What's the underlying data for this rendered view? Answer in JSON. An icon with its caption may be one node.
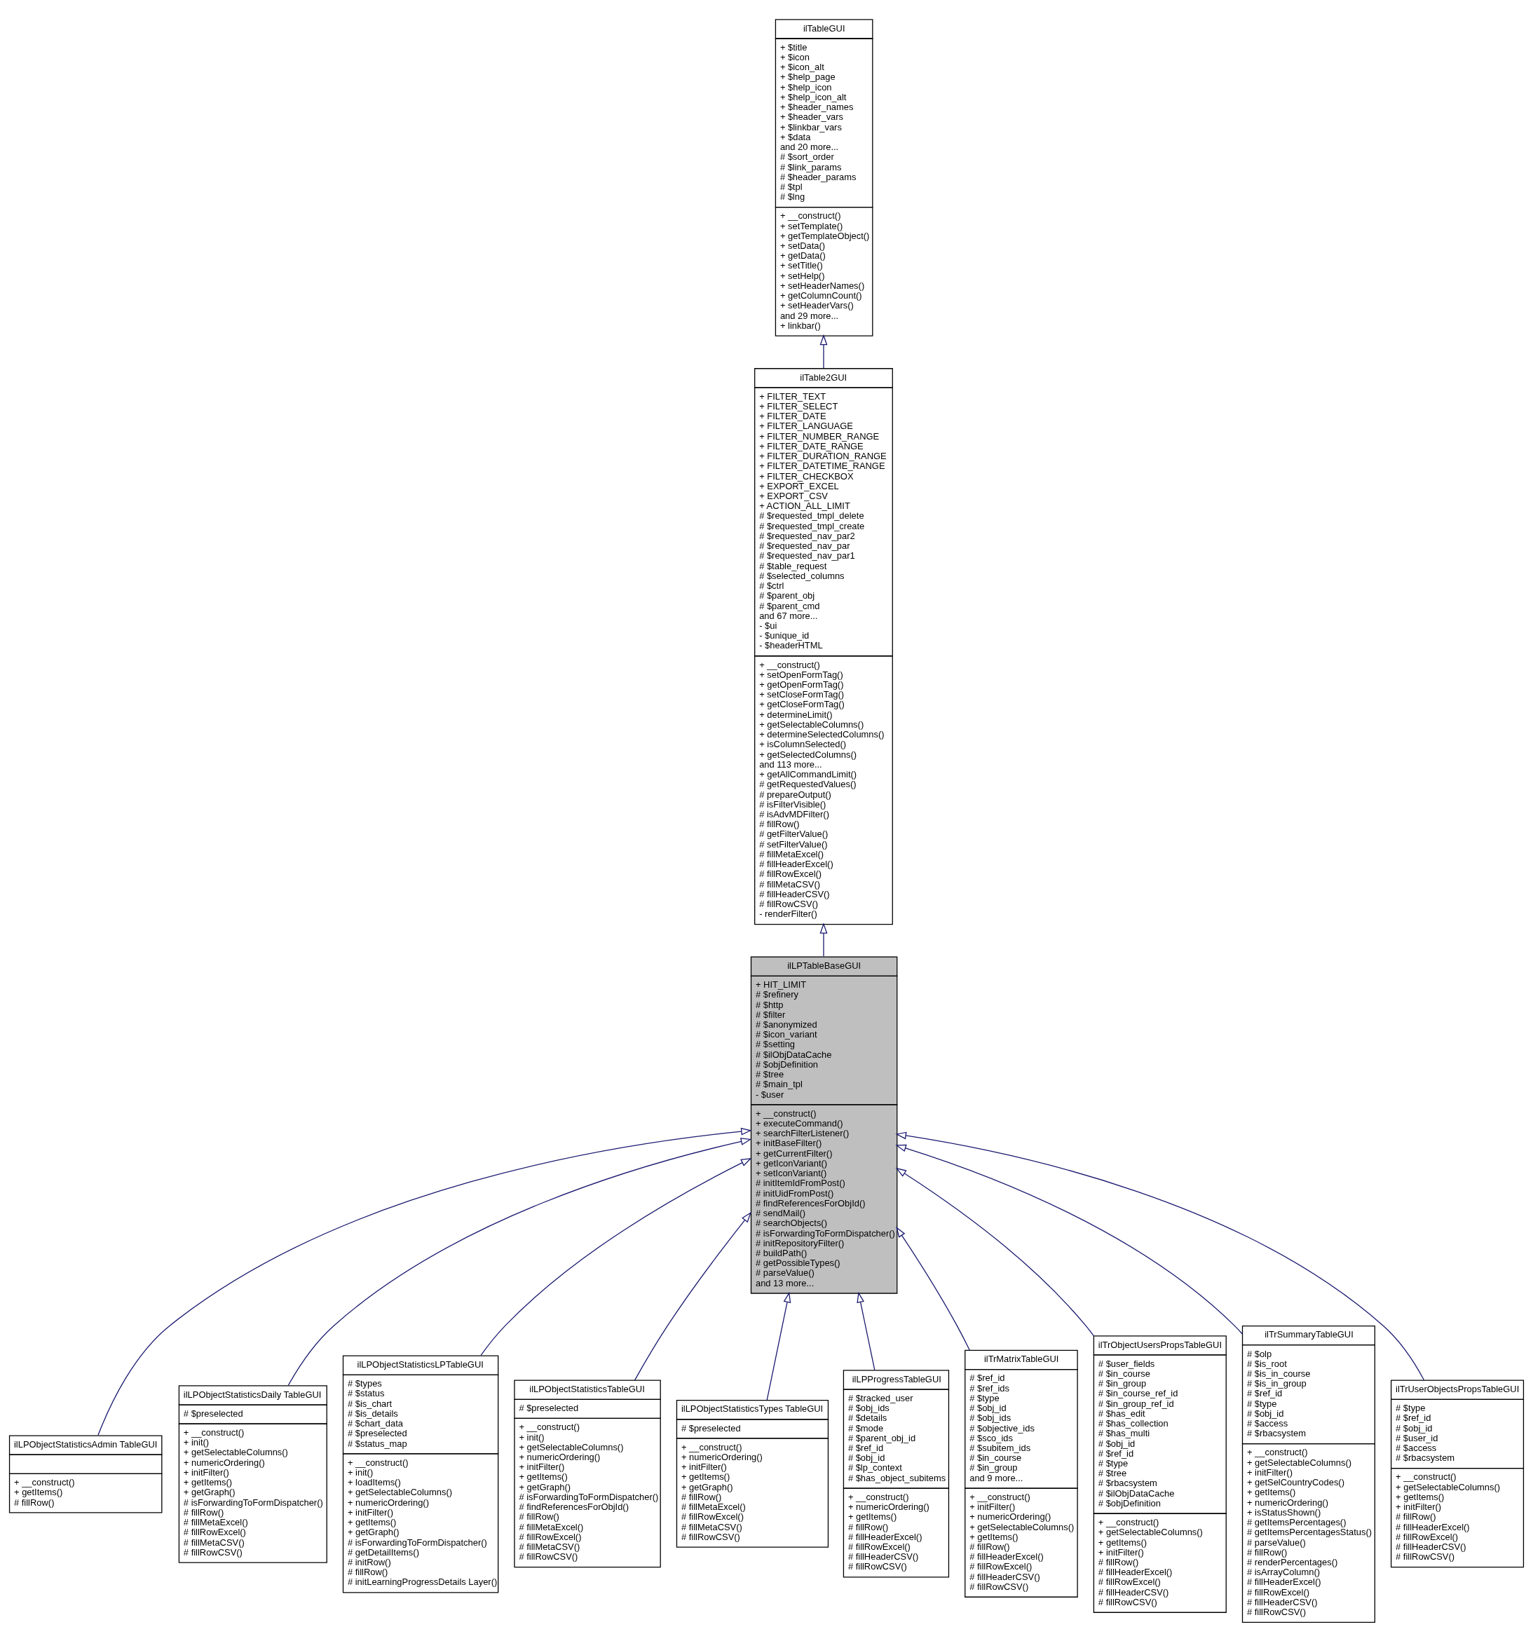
{
  "diagram": {
    "nodes": [
      {
        "text": [
          "ilTableGUI",
          "+ $title + $icon + $icon_alt + $help_page + $help_icon + $help_icon_alt + $header_names + $header_vars + $linkbar_vars + $data and 20 more... # $sort_order # $link_params # $header_params # $tpl # $lng",
          "+ __construct() + setTemplate() + getTemplateObject() + setData() + getData() + setTitle() + setHelp() + setHeaderNames() + getColumnCount() + setHeaderVars() and 29 more... + linkbar()"
        ]
      },
      {
        "text": [
          "ilTable2GUI",
          "+ FILTER_TEXT + FILTER_SELECT + FILTER_DATE + FILTER_LANGUAGE + FILTER_NUMBER_RANGE + FILTER_DATE_RANGE + FILTER_DURATION_RANGE + FILTER_DATETIME_RANGE + FILTER_CHECKBOX + EXPORT_EXCEL + EXPORT_CSV + ACTION_ALL_LIMIT # $requested_tmpl_delete # $requested_tmpl_create # $requested_nav_par2 # $requested_nav_par # $requested_nav_par1 # $table_request # $selected_columns # $ctrl # $parent_obj # $parent_cmd and 67 more... - $ui - $unique_id - $headerHTML",
          "+ __construct() + setOpenFormTag() + getOpenFormTag() + setCloseFormTag() + getCloseFormTag() + determineLimit() + getSelectableColumns() + determineSelectedColumns() + isColumnSelected() + getSelectedColumns() and 113 more... + getAllCommandLimit() # getRequestedValues() # prepareOutput() # isFilterVisible() # isAdvMDFilter() # fillRow() # getFilterValue() # setFilterValue() # fillMetaExcel() # fillHeaderExcel() # fillRowExcel() # fillMetaCSV() # fillHeaderCSV() # fillRowCSV() - renderFilter()"
        ]
      },
      {
        "text": [
          "ilLPTableBaseGUI",
          "+ HIT_LIMIT # $refinery # $http # $filter # $anonymized # $icon_variant # $setting # $ilObjDataCache # $objDefinition # $tree # $main_tpl - $user",
          "+ __construct() + executeCommand() + searchFilterListener() + initBaseFilter() + getCurrentFilter() + getIconVariant() + setIconVariant() # initItemIdFromPost() # initUidFromPost() # findReferencesForObjId() # sendMail() # searchObjects() # isForwardingToFormDispatcher() # initRepositoryFilter() # buildPath() # getPossibleTypes() # parseValue() and 13 more..."
        ]
      },
      {
        "text": [
          "ilLPObjectStatisticsAdmin TableGUI",
          "+ __construct() + getItems() # fillRow()"
        ]
      },
      {
        "text": [
          "ilLPObjectStatisticsDaily TableGUI",
          "# $preselected",
          "+ __construct() + init() + getSelectableColumns() + numericOrdering() + initFilter() + getItems() + getGraph() # isForwardingToFormDispatcher() # fillRow() # fillMetaExcel() # fillRowExcel() # fillMetaCSV() # fillRowCSV()"
        ]
      },
      {
        "text": [
          "ilLPObjectStatisticsLPTableGUI",
          "# $types # $status # $is_chart # $is_details # $chart_data # $preselected # $status_map",
          "+ __construct() + init() + loadItems() + getSelectableColumns() + numericOrdering() + initFilter() + getItems() + getGraph() # isForwardingToFormDispatcher() # getDetailItems() # initRow() # fillRow() # initLearningProgressDetails Layer()"
        ]
      },
      {
        "text": [
          "ilLPObjectStatisticsTableGUI",
          "# $preselected",
          "+ __construct() + init() + getSelectableColumns() + numericOrdering() + initFilter() + getItems() + getGraph() # isForwardingToFormDispatcher() # findReferencesForObjId() # fillRow() # fillMetaExcel() # fillRowExcel() # fillMetaCSV() # fillRowCSV()"
        ]
      },
      {
        "text": [
          "ilLPObjectStatisticsTypes TableGUI",
          "# $preselected",
          "+ __construct() + numericOrdering() + initFilter() + getItems() + getGraph() # fillRow() # fillMetaExcel() # fillRowExcel() # fillMetaCSV() # fillRowCSV()"
        ]
      },
      {
        "text": [
          "ilLPProgressTableGUI",
          "# $tracked_user # $obj_ids # $details # $mode # $parent_obj_id # $ref_id # $obj_id # $lp_context # $has_object_subitems",
          "+ __construct() + numericOrdering() + getItems() # fillRow() # fillHeaderExcel() # fillRowExcel() # fillHeaderCSV() # fillRowCSV()"
        ]
      },
      {
        "text": [
          "ilTrMatrixTableGUI",
          "# $ref_id # $ref_ids # $type # $obj_id # $obj_ids # $objective_ids # $sco_ids # $subitem_ids # $in_course # $in_group and 9 more...",
          "+ __construct() + initFilter() + numericOrdering() + getSelectableColumns() + getItems() # fillRow() # fillHeaderExcel() # fillRowExcel() # fillHeaderCSV() # fillRowCSV()"
        ]
      },
      {
        "text": [
          "ilTrObjectUsersPropsTableGUI",
          "# $user_fields # $in_course # $in_group # $in_course_ref_id # $in_group_ref_id # $has_edit # $has_collection # $has_multi # $obj_id # $ref_id # $type # $tree # $rbacsystem # $ilObjDataCache # $objDefinition",
          "+ __construct() + getSelectableColumns() + getItems() + initFilter() # fillRow() # fillHeaderExcel() # fillRowExcel() # fillHeaderCSV() # fillRowCSV()"
        ]
      },
      {
        "text": [
          "ilTrSummaryTableGUI",
          "# $olp # $is_root # $is_in_course # $is_in_group # $ref_id # $type # $obj_id # $access # $rbacsystem",
          "+ __construct() + getSelectableColumns() + initFilter() + getSelCountryCodes() + getItems() + numericOrdering() + isStatusShown() # getItemsPercentages() # getItemsPercentagesStatus() # parseValue() # fillRow() # renderPercentages() # isArrayColumn() # fillHeaderExcel() # fillRowExcel() # fillHeaderCSV() # fillRowCSV()"
        ]
      },
      {
        "text": [
          "ilTrUserObjectsPropsTableGUI",
          "# $type # $ref_id # $obj_id # $user_id # $access # $rbacsystem",
          "+ __construct() + getSelectableColumns() + getItems() + initFilter() # fillRow() # fillHeaderExcel() # fillRowExcel() # fillHeaderCSV() # fillRowCSV()"
        ]
      }
    ],
    "edges": [
      {
        "from": 1,
        "to": 0,
        "arrow": "to"
      },
      {
        "from": 2,
        "to": 1,
        "arrow": "to"
      },
      {
        "from": 3,
        "to": 2,
        "arrow": "to"
      },
      {
        "from": 4,
        "to": 2,
        "arrow": "to"
      },
      {
        "from": 5,
        "to": 2,
        "arrow": "to"
      },
      {
        "from": 6,
        "to": 2,
        "arrow": "to"
      },
      {
        "from": 7,
        "to": 2,
        "arrow": "to"
      },
      {
        "from": 8,
        "to": 2,
        "arrow": "to"
      },
      {
        "from": 9,
        "to": 2,
        "arrow": "to"
      },
      {
        "from": 10,
        "to": 2,
        "arrow": "to"
      },
      {
        "from": 11,
        "to": 2,
        "arrow": "to"
      },
      {
        "from": 12,
        "to": 2,
        "arrow": "to"
      }
    ]
  }
}
